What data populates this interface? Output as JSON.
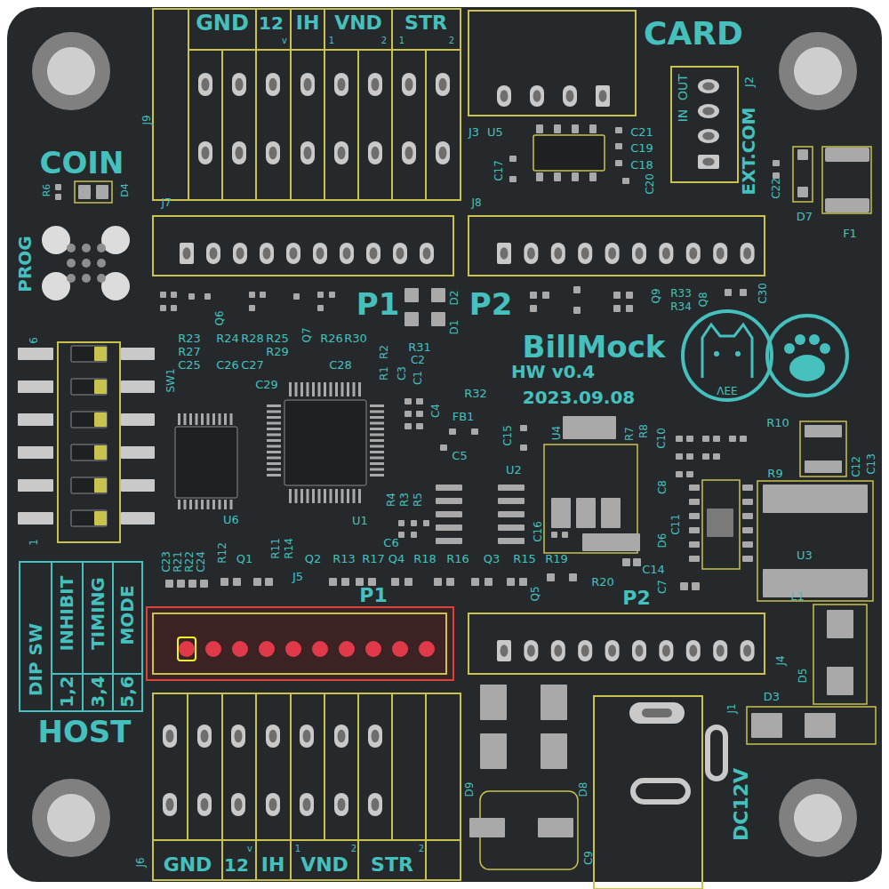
{
  "diagram": {
    "labels": [
      "GND",
      "12",
      "v",
      "IH",
      "VND",
      "1",
      "2",
      "STR",
      "1",
      "2",
      "CARD",
      "J9",
      "J7",
      "COIN",
      "R6",
      "D4",
      "PROG",
      "J3",
      "U5",
      "C17",
      "C21",
      "C19",
      "C18",
      "C20",
      "J8",
      "IN",
      "OUT",
      "J2",
      "EXT.COM",
      "C22",
      "D7",
      "F1",
      "P1",
      "D2",
      "P2",
      "D1",
      "Q9",
      "R33",
      "R34",
      "Q8",
      "C30",
      "R23",
      "R24",
      "R28",
      "R25",
      "Q6",
      "Q7",
      "R26",
      "R30",
      "R27",
      "R29",
      "C25",
      "C26",
      "C27",
      "C28",
      "C29",
      "SW1",
      "6",
      "1",
      "R2",
      "R1",
      "C3",
      "C1",
      "R31",
      "C2",
      "BillMock",
      "HW v0.4",
      "2023.09.08",
      "ΛEE",
      "R32",
      "C4",
      "FB1",
      "C5",
      "C15",
      "U4",
      "R7",
      "R8",
      "C10",
      "R10",
      "C12",
      "C13",
      "R9",
      "U2",
      "R4",
      "R3",
      "R5",
      "C6",
      "C16",
      "C8",
      "C11",
      "D6",
      "U6",
      "U1",
      "C23",
      "R21",
      "R22",
      "C24",
      "R12",
      "Q1",
      "R11",
      "R14",
      "Q2",
      "R13",
      "R17",
      "Q4",
      "R18",
      "R16",
      "Q3",
      "R15",
      "R19",
      "J5",
      "Q5",
      "C14",
      "R20",
      "C7",
      "P1",
      "P2",
      "U3",
      "L1",
      "J4",
      "D5",
      "J1",
      "D3",
      "DIP SW",
      "INHIBIT",
      "TIMING",
      "MODE",
      "1,2",
      "3,4",
      "5,6",
      "HOST",
      "D9",
      "D8",
      "C9",
      "DC12V",
      "J6",
      "GND",
      "12",
      "v",
      "IH",
      "1",
      "VND",
      "2",
      "STR",
      "2"
    ]
  }
}
